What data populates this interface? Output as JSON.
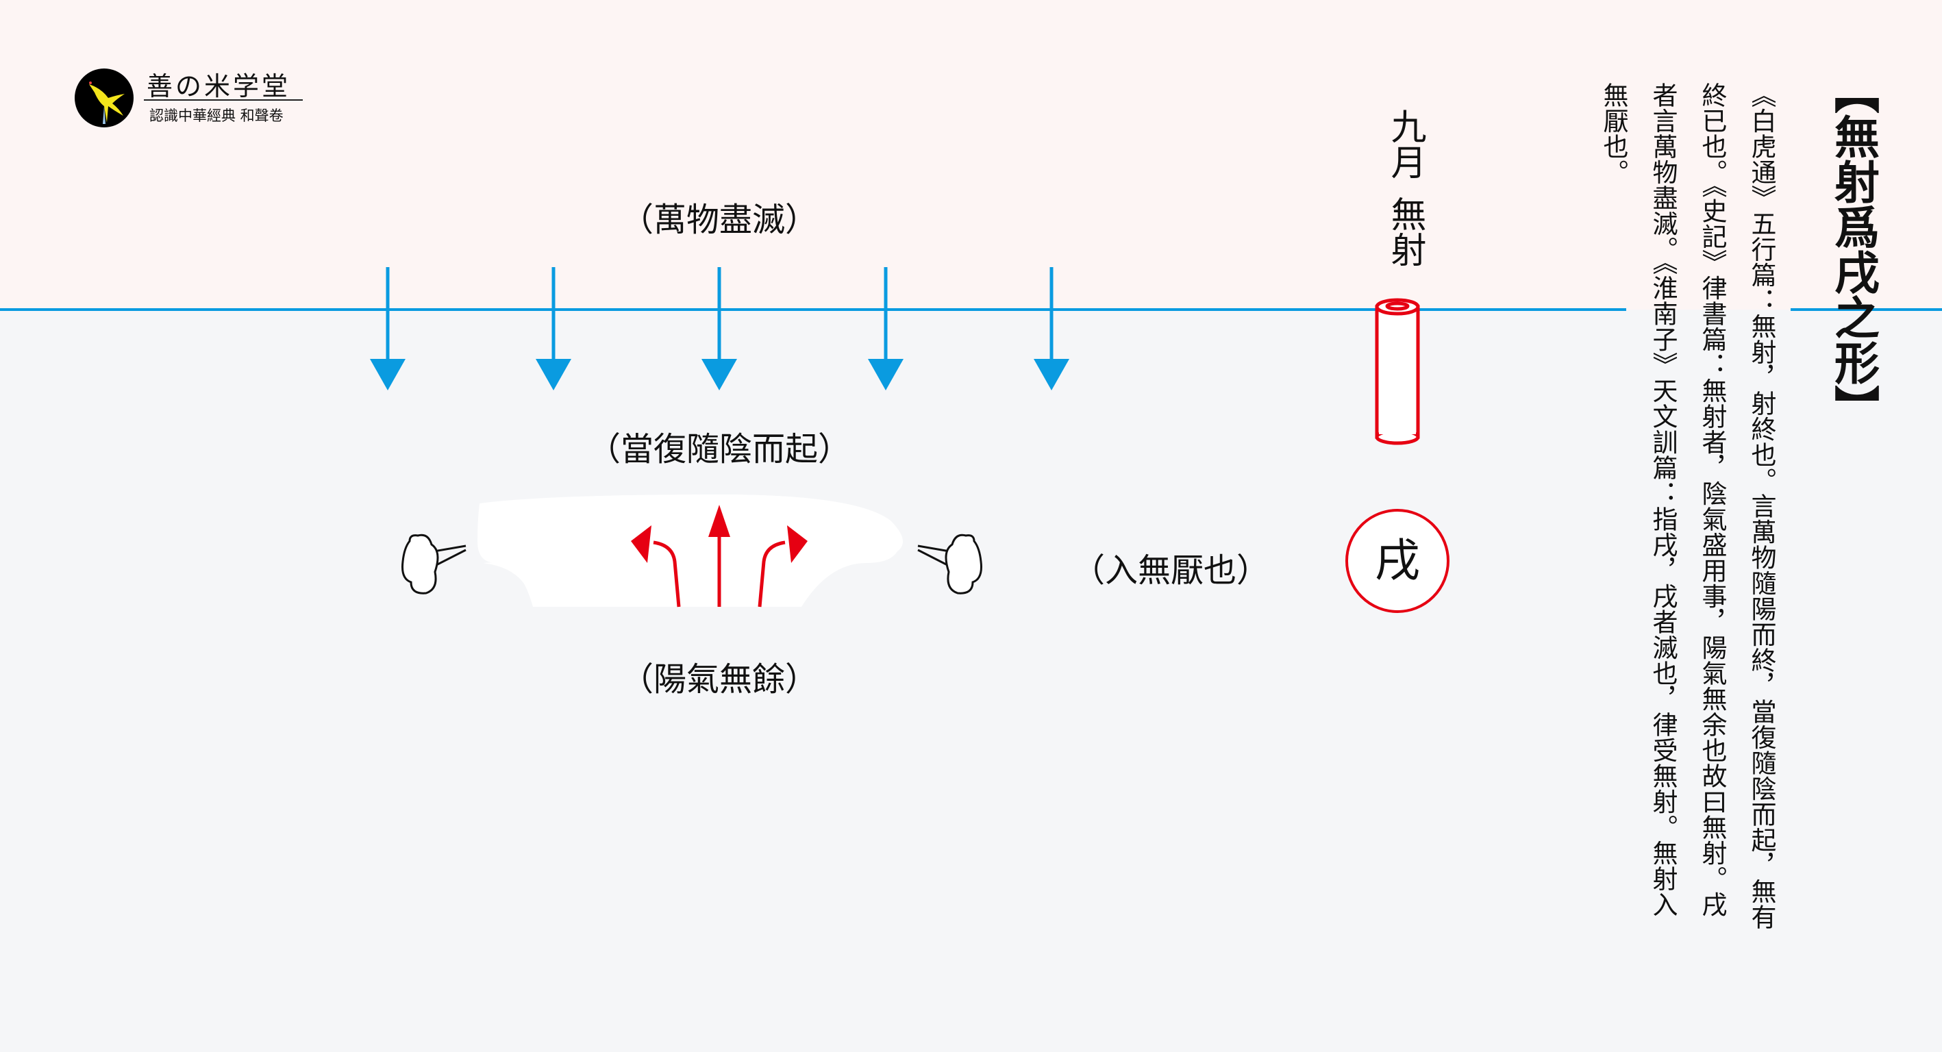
{
  "logo": {
    "brand": "善の米学堂",
    "subtitle": "認識中華經典 和聲卷"
  },
  "diagram": {
    "label_top": "（萬物盡滅）",
    "label_middle": "（當復隨陰而起）",
    "label_bottom": "（陽氣無餘）",
    "label_right": "（入無厭也）",
    "month": "九月",
    "pitch": "無射",
    "branch": "戌",
    "colors": {
      "blue": "#0a9be0",
      "red": "#e60012"
    }
  },
  "panel": {
    "title": "【無射爲戌之形】",
    "columns": [
      "《白虎通》五行篇：無射，射終也。言萬物隨陽而終，當復隨陰而起，無有",
      "終已也。《史記》律書篇：無射者，陰氣盛用事，陽氣無余也故曰無射。戌",
      "者言萬物盡滅。《淮南子》天文訓篇：指戌，戌者滅也，律受無射。無射入",
      "無厭也。"
    ]
  }
}
